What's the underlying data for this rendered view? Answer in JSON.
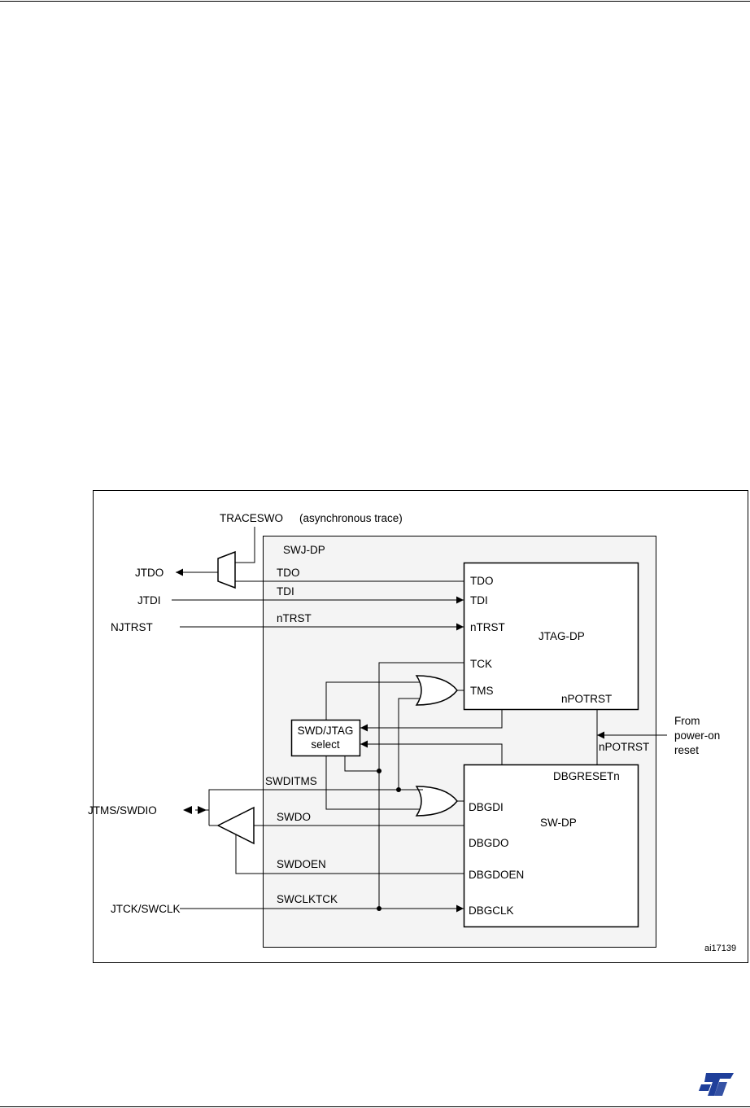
{
  "diagram": {
    "external": {
      "traceswo": "TRACESWO",
      "traceswo_note": "(asynchronous trace)",
      "jtdo": "JTDO",
      "jtdi": "JTDI",
      "njtrst": "NJTRST",
      "jtms_swdio": "JTMS/SWDIO",
      "jtck_swclk": "JTCK/SWCLK",
      "from_power_on": [
        "From",
        "power-on",
        "reset"
      ]
    },
    "swj_dp": {
      "title": "SWJ-DP",
      "signals": {
        "tdo": "TDO",
        "tdi": "TDI",
        "ntrst": "nTRST",
        "swditms": "SWDITMS",
        "swdo": "SWDO",
        "swdoen": "SWDOEN",
        "swclktck": "SWCLKTCK",
        "npotrst": "nPOTRST"
      },
      "select_block": [
        "SWD/JTAG",
        "select"
      ]
    },
    "jtag_dp": {
      "title": "JTAG-DP",
      "ports": [
        "TDO",
        "TDI",
        "nTRST",
        "TCK",
        "TMS"
      ],
      "reset_port": "nPOTRST"
    },
    "sw_dp": {
      "title": "SW-DP",
      "ports": [
        "DBGDI",
        "DBGDO",
        "DBGDOEN",
        "DBGCLK"
      ],
      "reset_port": "DBGRESETn"
    },
    "figure_id": "ai17139"
  },
  "colors": {
    "swj_fill": "#f4f4f4",
    "line": "#000000",
    "brand": "#1f3f9a"
  },
  "icons": {
    "brand_logo": "st-logo"
  }
}
